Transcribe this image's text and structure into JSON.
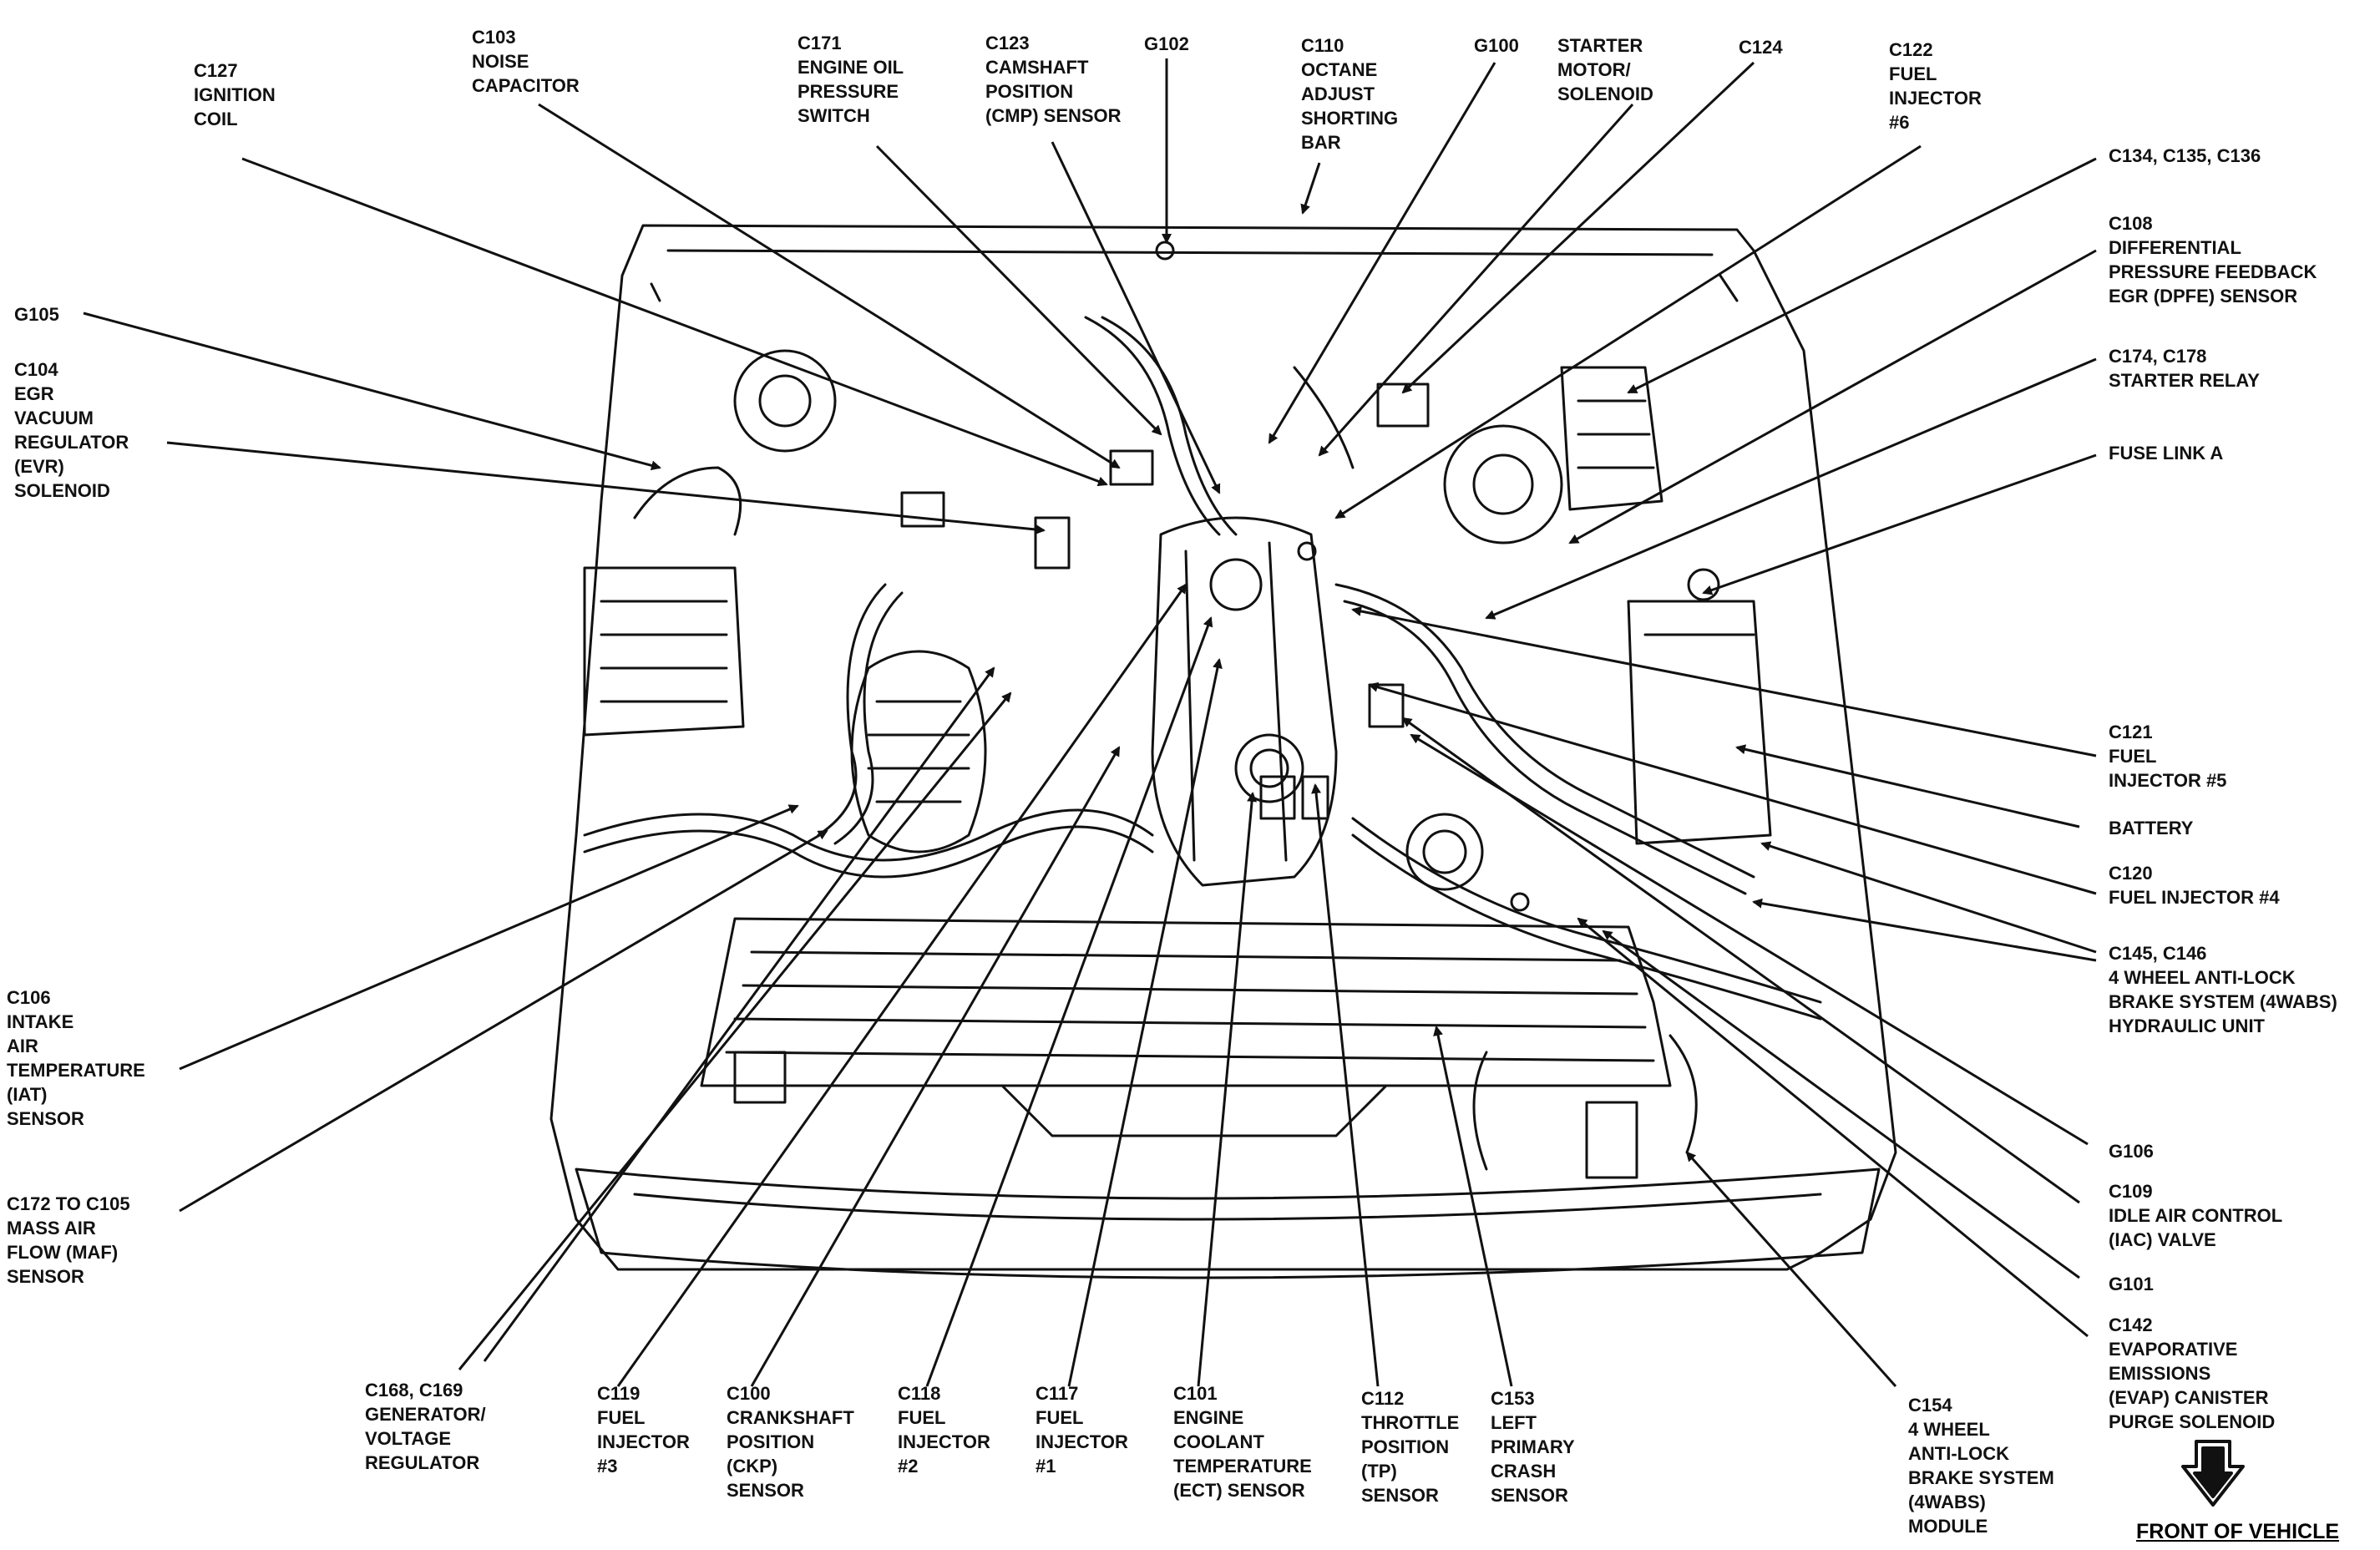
{
  "diagram": {
    "labels": [
      {
        "id": "c127",
        "lines": [
          "C127",
          "IGNITION",
          "COIL"
        ]
      },
      {
        "id": "c103",
        "lines": [
          "C103",
          "NOISE",
          "CAPACITOR"
        ]
      },
      {
        "id": "c171",
        "lines": [
          "C171",
          "ENGINE OIL",
          "PRESSURE",
          "SWITCH"
        ]
      },
      {
        "id": "c123",
        "lines": [
          "C123",
          "CAMSHAFT",
          "POSITION",
          "(CMP) SENSOR"
        ]
      },
      {
        "id": "g102",
        "lines": [
          "G102"
        ]
      },
      {
        "id": "c110",
        "lines": [
          "C110",
          "OCTANE",
          "ADJUST",
          "SHORTING",
          "BAR"
        ]
      },
      {
        "id": "g100",
        "lines": [
          "G100"
        ]
      },
      {
        "id": "starter",
        "lines": [
          "STARTER",
          "MOTOR/",
          "SOLENOID"
        ]
      },
      {
        "id": "c124",
        "lines": [
          "C124"
        ]
      },
      {
        "id": "c122",
        "lines": [
          "C122",
          "FUEL",
          "INJECTOR",
          "#6"
        ]
      },
      {
        "id": "c134",
        "lines": [
          "C134, C135, C136"
        ]
      },
      {
        "id": "c108",
        "lines": [
          "C108",
          "DIFFERENTIAL",
          "PRESSURE FEEDBACK",
          "EGR (DPFE) SENSOR"
        ]
      },
      {
        "id": "c174",
        "lines": [
          "C174, C178",
          "STARTER RELAY"
        ]
      },
      {
        "id": "fuselink",
        "lines": [
          "FUSE LINK A"
        ]
      },
      {
        "id": "g105",
        "lines": [
          "G105"
        ]
      },
      {
        "id": "c104",
        "lines": [
          "C104",
          "EGR",
          "VACUUM",
          "REGULATOR",
          "(EVR)",
          "SOLENOID"
        ]
      },
      {
        "id": "c121",
        "lines": [
          "C121",
          "FUEL",
          "INJECTOR #5"
        ]
      },
      {
        "id": "battery",
        "lines": [
          "BATTERY"
        ]
      },
      {
        "id": "c120",
        "lines": [
          "C120",
          "FUEL INJECTOR #4"
        ]
      },
      {
        "id": "c145",
        "lines": [
          "C145, C146",
          "4 WHEEL ANTI-LOCK",
          "BRAKE SYSTEM (4WABS)",
          "HYDRAULIC UNIT"
        ]
      },
      {
        "id": "c106",
        "lines": [
          "C106",
          "INTAKE",
          "AIR",
          "TEMPERATURE",
          "(IAT)",
          "SENSOR"
        ]
      },
      {
        "id": "c172",
        "lines": [
          "C172 TO C105",
          "MASS AIR",
          "FLOW (MAF)",
          "SENSOR"
        ]
      },
      {
        "id": "g106",
        "lines": [
          "G106"
        ]
      },
      {
        "id": "c109",
        "lines": [
          "C109",
          "IDLE AIR CONTROL",
          "(IAC) VALVE"
        ]
      },
      {
        "id": "g101",
        "lines": [
          "G101"
        ]
      },
      {
        "id": "c142",
        "lines": [
          "C142",
          "EVAPORATIVE",
          "EMISSIONS",
          "(EVAP) CANISTER",
          "PURGE SOLENOID"
        ]
      },
      {
        "id": "c168",
        "lines": [
          "C168, C169",
          "GENERATOR/",
          "VOLTAGE",
          "REGULATOR"
        ]
      },
      {
        "id": "c119",
        "lines": [
          "C119",
          "FUEL",
          "INJECTOR",
          "#3"
        ]
      },
      {
        "id": "c100",
        "lines": [
          "C100",
          "CRANKSHAFT",
          "POSITION",
          "(CKP)",
          "SENSOR"
        ]
      },
      {
        "id": "c118",
        "lines": [
          "C118",
          "FUEL",
          "INJECTOR",
          "#2"
        ]
      },
      {
        "id": "c117",
        "lines": [
          "C117",
          "FUEL",
          "INJECTOR",
          "#1"
        ]
      },
      {
        "id": "c101",
        "lines": [
          "C101",
          "ENGINE",
          "COOLANT",
          "TEMPERATURE",
          "(ECT) SENSOR"
        ]
      },
      {
        "id": "c112",
        "lines": [
          "C112",
          "THROTTLE",
          "POSITION",
          "(TP)",
          "SENSOR"
        ]
      },
      {
        "id": "c153",
        "lines": [
          "C153",
          "LEFT",
          "PRIMARY",
          "CRASH",
          "SENSOR"
        ]
      },
      {
        "id": "c154",
        "lines": [
          "C154",
          "4 WHEEL",
          "ANTI-LOCK",
          "BRAKE SYSTEM",
          "(4WABS)",
          "MODULE"
        ]
      }
    ],
    "front_label": "FRONT OF VEHICLE",
    "colors": {
      "ink": "#111111",
      "paper": "#ffffff"
    }
  }
}
